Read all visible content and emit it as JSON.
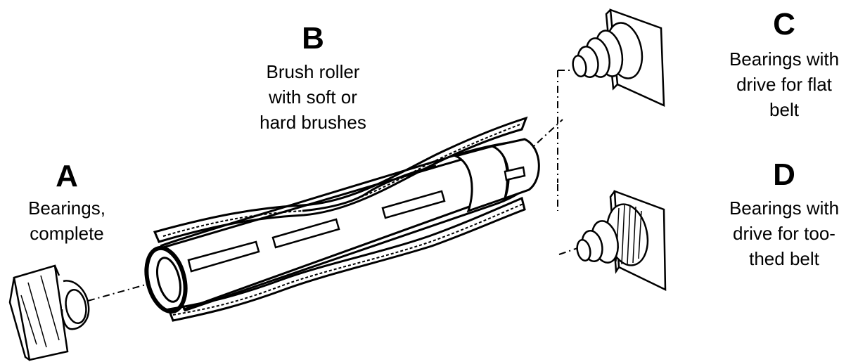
{
  "callouts": {
    "a": {
      "letter": "A",
      "lines": [
        "Bearings,",
        "complete"
      ]
    },
    "b": {
      "letter": "B",
      "lines": [
        "Brush roller",
        "with soft or",
        "hard brushes"
      ]
    },
    "c": {
      "letter": "C",
      "lines": [
        "Bearings with",
        "drive for flat",
        "belt"
      ]
    },
    "d": {
      "letter": "D",
      "lines": [
        "Bearings with",
        "drive for too-",
        "thed belt"
      ]
    }
  },
  "colors": {
    "ink": "#000000",
    "background": "#ffffff"
  }
}
